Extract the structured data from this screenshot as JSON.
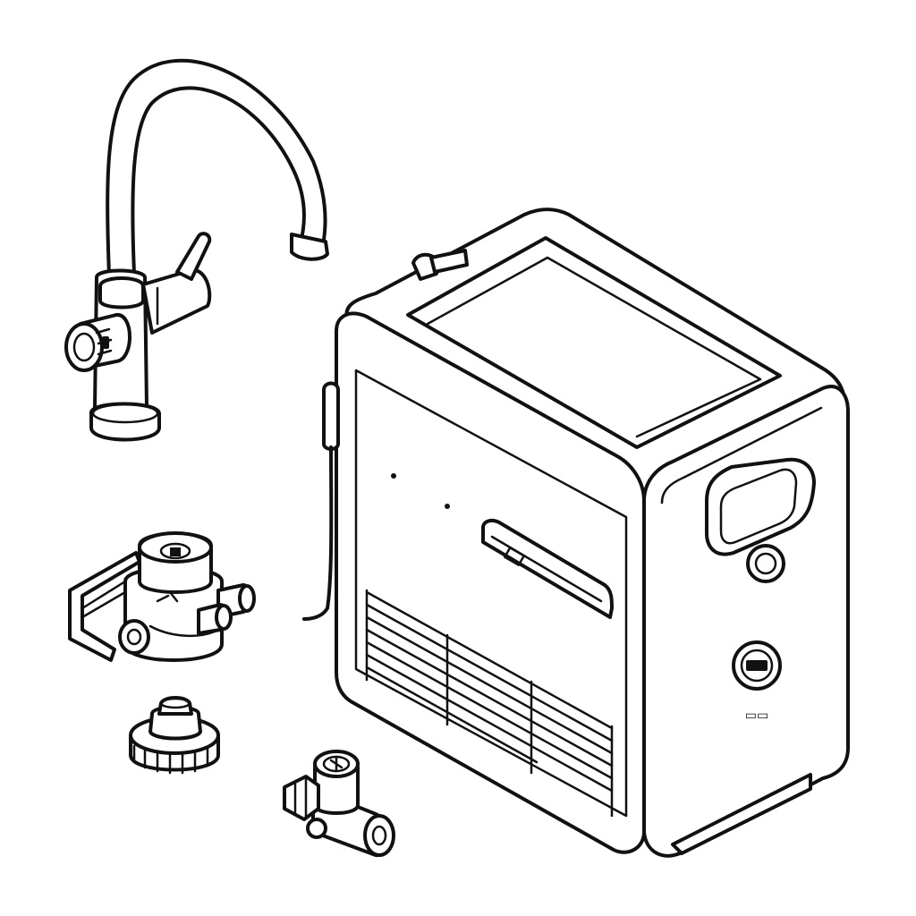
{
  "diagram": {
    "colors": {
      "line": "#111111",
      "background": "#ffffff"
    },
    "parts": [
      {
        "id": "faucet",
        "icon": "kitchen-faucet-with-lever"
      },
      {
        "id": "water-unit",
        "icon": "boiler-cooler-unit-box"
      },
      {
        "id": "filter-head",
        "icon": "filter-head-bracket"
      },
      {
        "id": "adapter-nut",
        "icon": "threaded-adapter"
      },
      {
        "id": "angle-valve",
        "icon": "valve-with-pressure-gauge"
      }
    ]
  }
}
